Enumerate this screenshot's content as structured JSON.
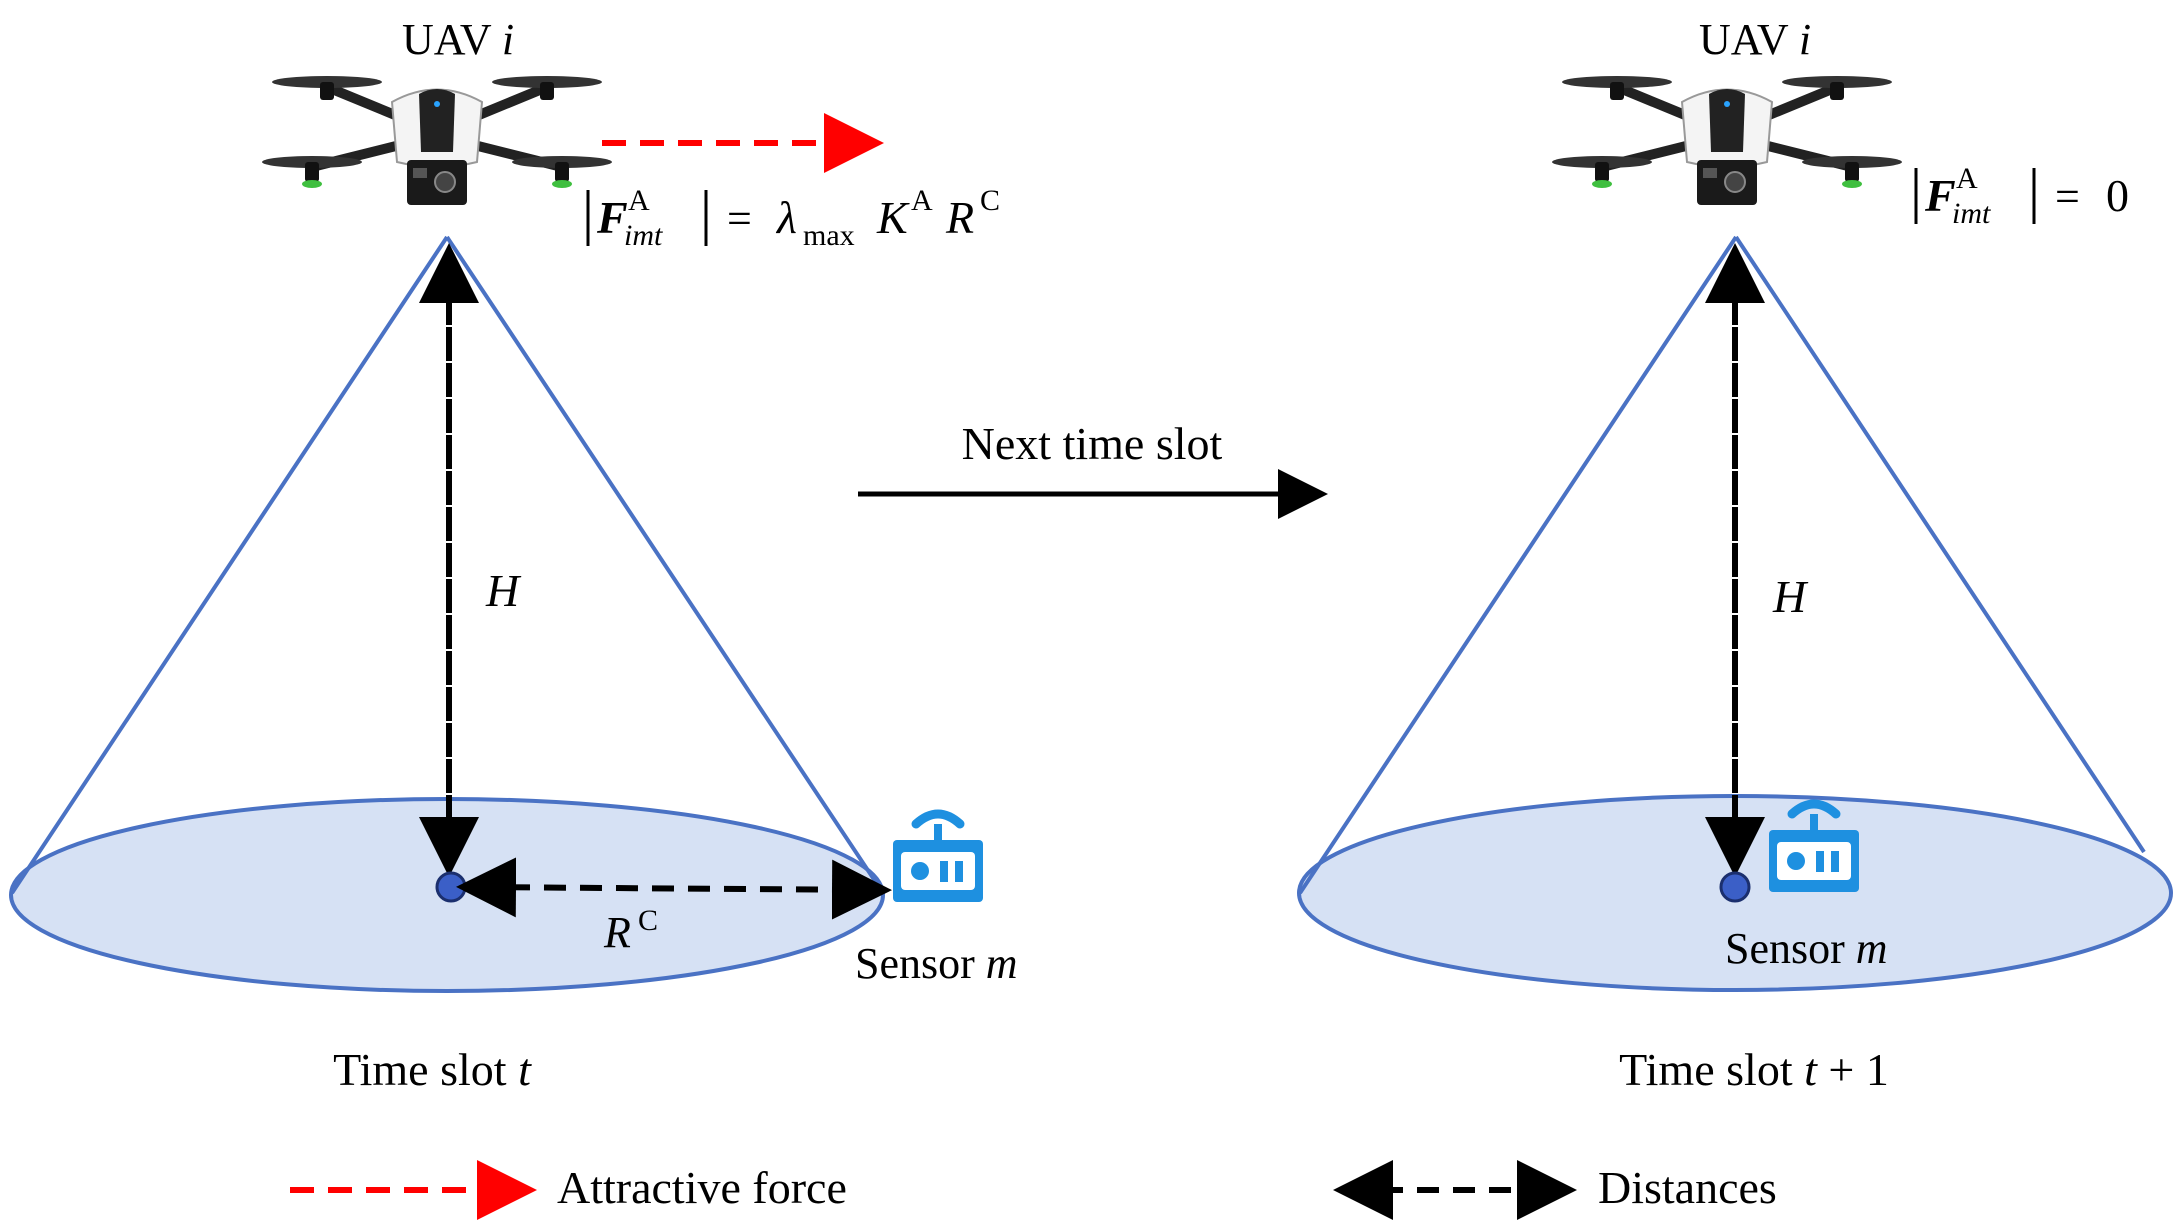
{
  "left_panel": {
    "uav_label": {
      "text": "UAV ",
      "var": "i"
    },
    "force_eq": {
      "lhs_symbol": "F",
      "lhs_sup": "A",
      "lhs_sub": "imt",
      "equals": "=",
      "rhs_lambda": "λ",
      "rhs_lambda_sub": "max",
      "rhs_k": "K",
      "rhs_k_sup": "A",
      "rhs_r": "R",
      "rhs_r_sup": "C"
    },
    "height_label": "H",
    "radius_label": {
      "var": "R",
      "sup": "C"
    },
    "sensor_label": {
      "text": "Sensor ",
      "var": "m"
    },
    "slot_label": {
      "text": "Time slot ",
      "var": "t"
    }
  },
  "transition": {
    "label": "Next time slot"
  },
  "right_panel": {
    "uav_label": {
      "text": "UAV ",
      "var": "i"
    },
    "force_eq": {
      "lhs_symbol": "F",
      "lhs_sup": "A",
      "lhs_sub": "imt",
      "equals": "=",
      "rhs": "0"
    },
    "height_label": "H",
    "sensor_label": {
      "text": "Sensor ",
      "var": "m"
    },
    "slot_label": {
      "text": "Time slot ",
      "var": "t",
      "suffix": " + 1"
    }
  },
  "legend": {
    "attractive": "Attractive force",
    "distances": "Distances"
  },
  "colors": {
    "cone_edge": "#4a72c4",
    "cone_fill": "#d6e1f4",
    "sensor_blue": "#1e90e0",
    "node_fill": "#3b5fc7",
    "force_red": "#ff0000"
  }
}
